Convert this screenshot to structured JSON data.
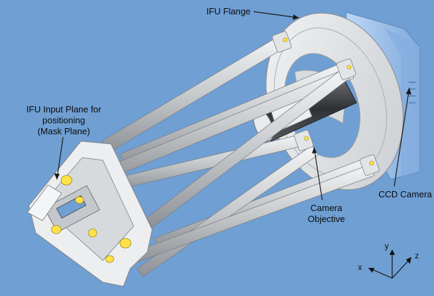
{
  "colors": {
    "background": "#6f9fd3",
    "structure": "#e6e8ea",
    "rods": "#c9ccd0",
    "camera_body": "#9cc3ee",
    "fittings": "#ffe24a",
    "leader_lines": "#1a1a1a"
  },
  "labels": {
    "ifu_flange": "IFU Flange",
    "ifu_input_plane": "IFU Input Plane for\npositioning\n(Mask Plane)",
    "ccd_camera": "CCD Camera",
    "camera_objective": "Camera\nObjective"
  },
  "axes": {
    "x": "x",
    "y": "y",
    "z": "z"
  }
}
